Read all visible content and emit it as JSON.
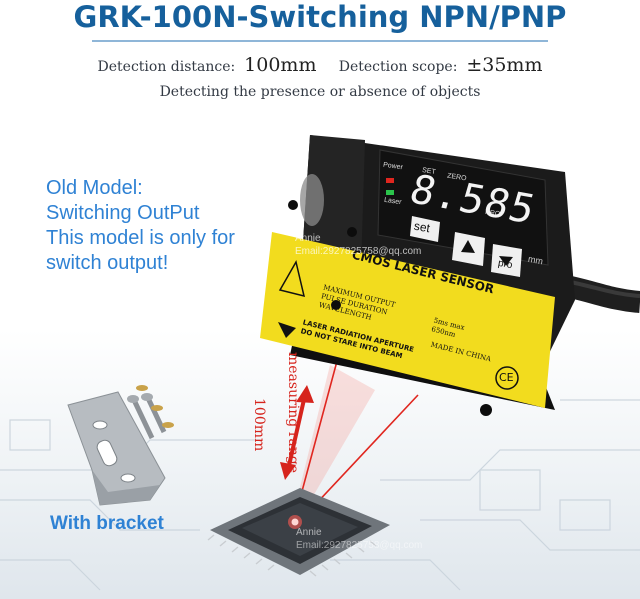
{
  "title": "GRK-100N-Switching NPN/PNP",
  "specs": {
    "distance_label": "Detection distance:",
    "distance_value": "100mm",
    "scope_label": "Detection scope:",
    "scope_value": "±35mm",
    "description": "Detecting the presence or absence of objects"
  },
  "old_model": {
    "line1": "Old Model:",
    "line2": "Switching OutPut",
    "line3": "This model is only for",
    "line4": "switch output!"
  },
  "bracket_label": "With bracket",
  "measuring": {
    "label": "measuring range",
    "value": "100mm"
  },
  "sensor": {
    "indicator_power": "Power",
    "indicator_laser": "Laser",
    "key_set_top": "SET",
    "key_zero_top": "ZERO",
    "key_pro_top": "PRO",
    "display_value": "8.585",
    "display_unit": "mm",
    "button_set": "set",
    "button_pro": "pro",
    "label_title": "CMOS LASER SENSOR",
    "label_line1": "MAXIMUM OUTPUT",
    "label_line2": "PULSE DURATION",
    "label_line3": "WAVELENGTH",
    "label_pulse": "5ms max",
    "label_wave": "650nm",
    "label_made": "MADE IN CHINA",
    "label_aperture": "LASER RADIATION APERTURE",
    "label_warning": "DO NOT STARE INTO BEAM",
    "label_ce": "CE"
  },
  "watermark": {
    "name": "Annie",
    "email": "Email:2927825758@qq.com"
  },
  "colors": {
    "title": "#16609c",
    "accent_text": "#2f82d4",
    "laser": "#e0261f",
    "sensor_body": "#1b1b1b",
    "sensor_label": "#f2dc1e"
  }
}
